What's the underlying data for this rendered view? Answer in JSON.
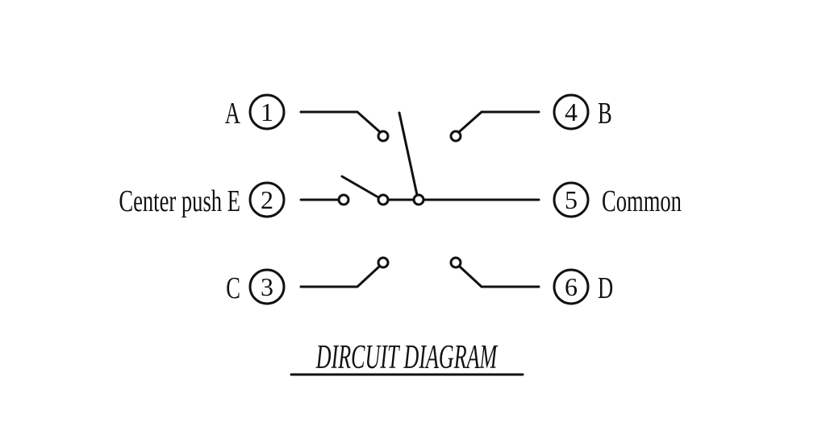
{
  "title": "DIRCUIT DIAGRAM",
  "colors": {
    "stroke": "#111111",
    "background": "#ffffff"
  },
  "terminals": [
    {
      "number": "1",
      "letter": "A",
      "description": ""
    },
    {
      "number": "2",
      "letter": "E",
      "description": "Center push"
    },
    {
      "number": "3",
      "letter": "C",
      "description": ""
    },
    {
      "number": "4",
      "letter": "B",
      "description": ""
    },
    {
      "number": "5",
      "letter": "",
      "description": "Common"
    },
    {
      "number": "6",
      "letter": "D",
      "description": ""
    }
  ],
  "labels": {
    "t1": "A",
    "t2": "Center push E",
    "t3": "C",
    "t4": "B",
    "t5": "Common",
    "t6": "D"
  }
}
